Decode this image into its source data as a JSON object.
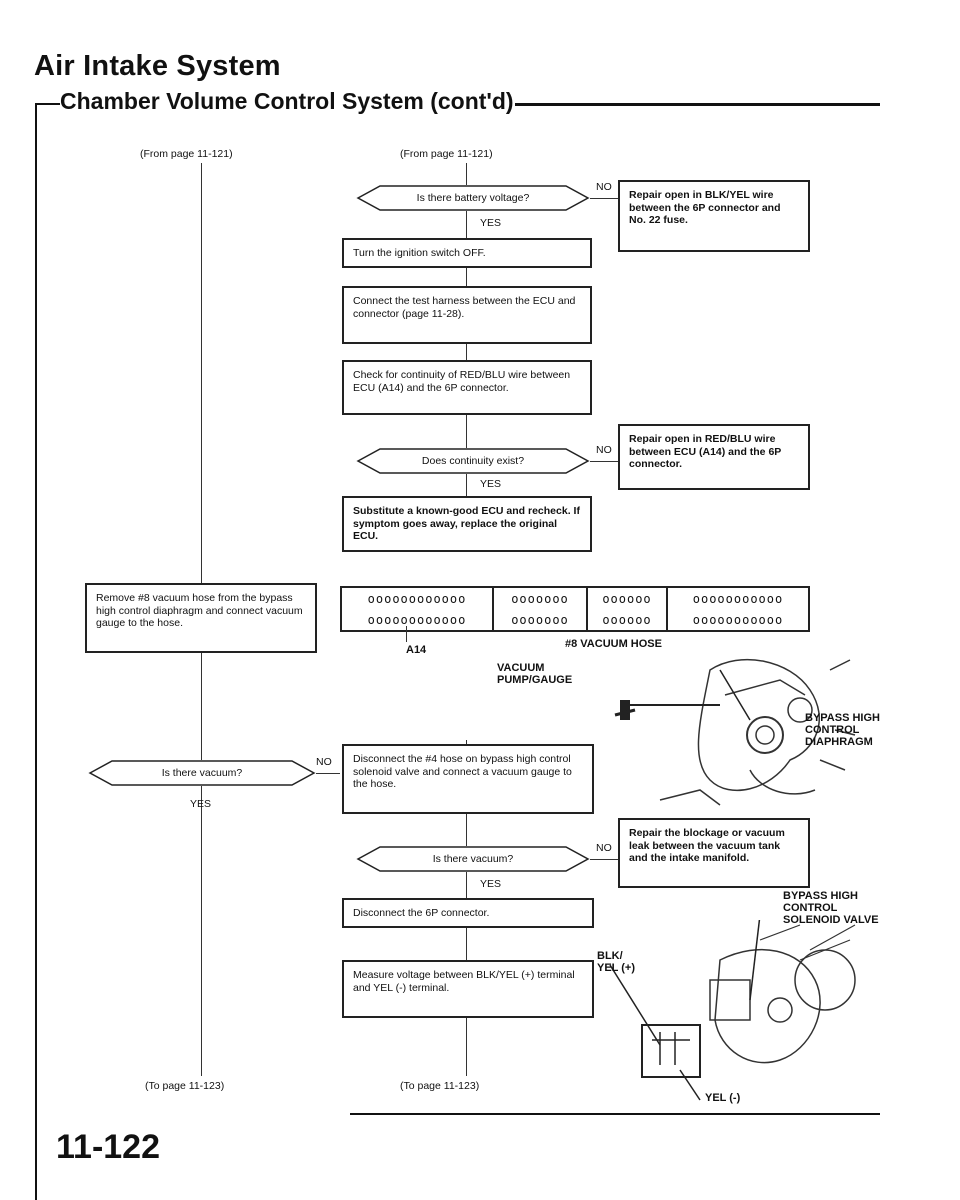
{
  "header": {
    "title": "Air Intake System",
    "subtitle": "Chamber Volume Control System (cont'd)"
  },
  "page_number": "11-122",
  "left_column": {
    "from": "(From page 11-121)",
    "to": "(To page 11-123)",
    "remove_box": "Remove #8 vacuum hose from the bypass high control diaphragm and connect vacuum gauge to the hose.",
    "question": "Is there vacuum?",
    "yes": "YES",
    "no": "NO"
  },
  "right_column": {
    "from": "(From page 11-121)",
    "to": "(To page 11-123)",
    "q_battery": "Is there battery voltage?",
    "repair_blkyel": "Repair open in BLK/YEL wire between the 6P connector and No. 22 fuse.",
    "turn_off": "Turn the ignition switch OFF.",
    "connect_harness": "Connect the test harness between the ECU and connector (page 11-28).",
    "check_continuity": "Check for continuity of RED/BLU wire between ECU (A14) and the 6P connector.",
    "q_continuity": "Does continuity exist?",
    "repair_redblu": "Repair open in RED/BLU wire between ECU (A14) and the 6P connector.",
    "substitute": "Substitute a known-good ECU and recheck. If symptom goes away, replace the original ECU.",
    "disconnect_4": "Disconnect the #4 hose on bypass high control solenoid valve and connect a vacuum gauge to the hose.",
    "q_vacuum": "Is there vacuum?",
    "repair_blockage": "Repair the blockage or vacuum leak between the vacuum tank and the intake manifold.",
    "disconnect_6p": "Disconnect the 6P connector.",
    "measure": "Measure voltage between BLK/YEL (+) terminal and YEL (-) terminal.",
    "yes": "YES",
    "no": "NO"
  },
  "connector": {
    "row1": [
      "oooooooooooo",
      "ooooooo",
      "oooooo",
      "ooooooooooo"
    ],
    "row2": [
      "oooooooooooo",
      "ooooooo",
      "oooooo",
      "ooooooooooo"
    ],
    "label_a14": "A14"
  },
  "callouts": {
    "vacuum_hose": "#8 VACUUM HOSE",
    "pump_gauge": "VACUUM PUMP/GAUGE",
    "bypass_diaphragm": "BYPASS HIGH CONTROL DIAPHRAGM",
    "bypass_valve": "BYPASS HIGH CONTROL SOLENOID VALVE",
    "blk_yel": "BLK/ YEL (+)",
    "yel_minus": "YEL (-)"
  }
}
